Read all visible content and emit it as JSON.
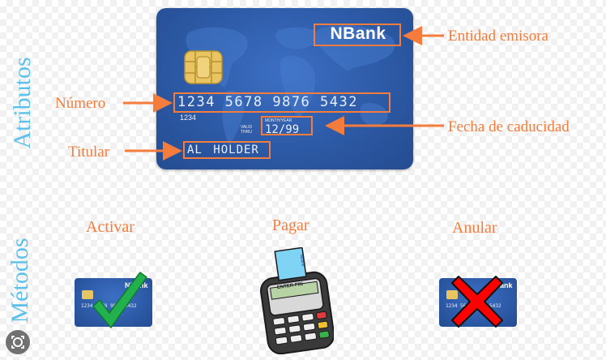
{
  "sections": {
    "attributes": "Atributos",
    "methods": "Métodos"
  },
  "card": {
    "bank_name": "NBank",
    "number_display": "1234 5678 9876 5432",
    "number_small": "1234",
    "valid_thru": "VALID THRU",
    "month_year_label": "MONTH/YEAR",
    "expiry": "12/99",
    "holder": "AL HOLDER"
  },
  "annotations": {
    "issuer": "Entidad emisora",
    "number": "Número",
    "expiry": "Fecha de caducidad",
    "holder": "Titular"
  },
  "methods": {
    "activate": "Activar",
    "pay": "Pagar",
    "cancel": "Anular"
  },
  "terminal": {
    "screen_text": "ENTER PIN",
    "card_stub_text": "NBank"
  },
  "mini_card": {
    "bank_name": "NBank",
    "number_display": "1234 5678 9876 5432"
  },
  "colors": {
    "annotation": "#f47c3c",
    "section_label": "#5bc0eb",
    "card_blue": "#2d5aa6",
    "check": "#22b14c",
    "cross": "#ff0000"
  },
  "icons": [
    "chip-icon",
    "world-map-icon",
    "checkmark-icon",
    "cross-icon",
    "card-terminal-icon",
    "lens-icon"
  ]
}
